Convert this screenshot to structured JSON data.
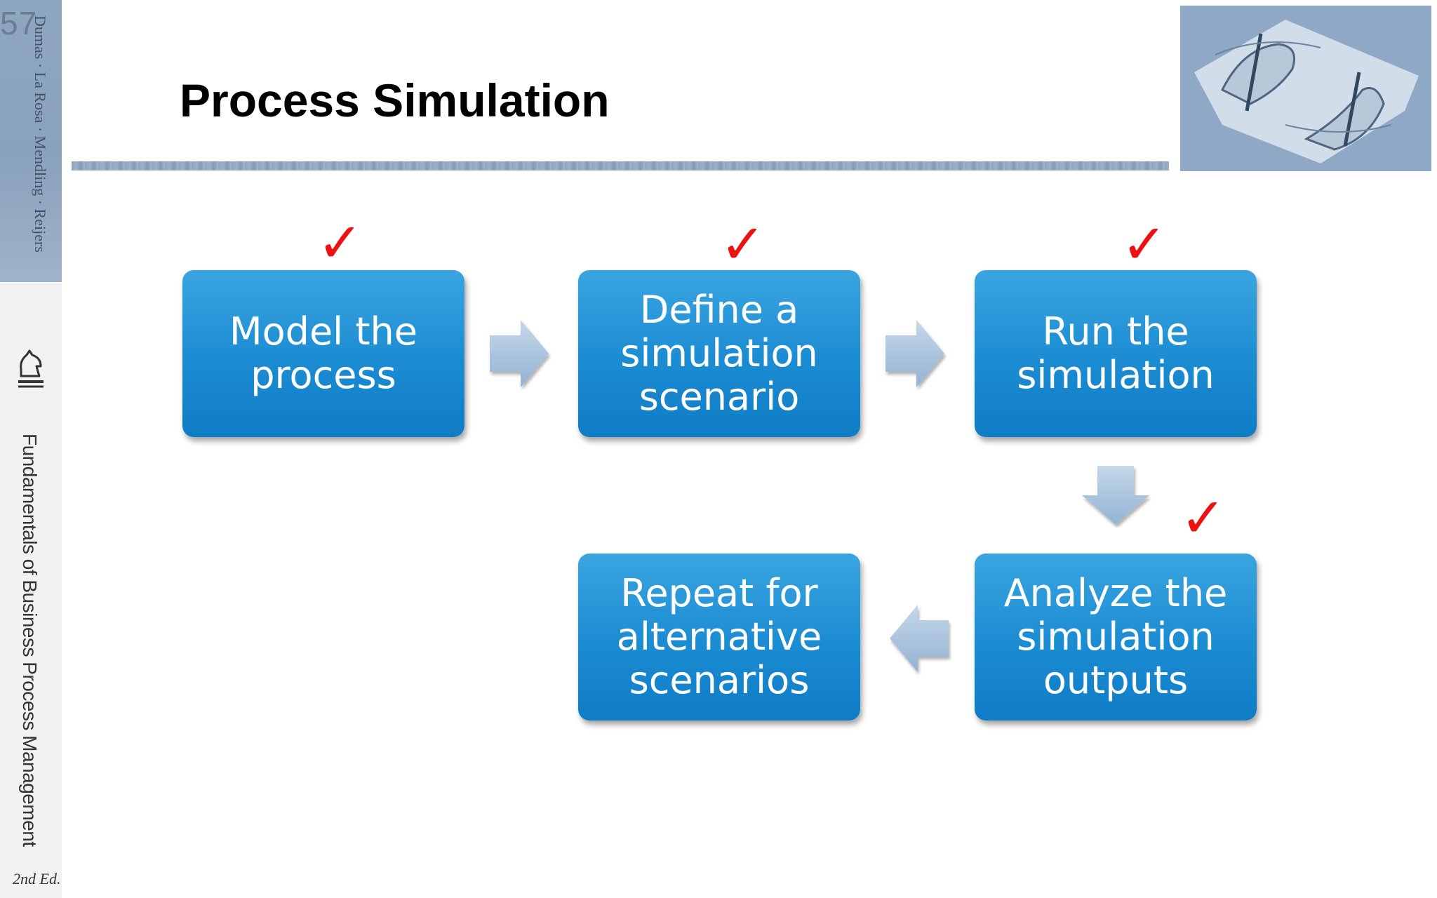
{
  "slide": {
    "number": "57",
    "title": "Process Simulation"
  },
  "sidebar": {
    "authors": "Dumas · La Rosa · Mendling · Reijers",
    "book_title": "Fundamentals of Business Process Management",
    "edition": "2nd Ed."
  },
  "steps": [
    {
      "label": "Model the process",
      "lines": [
        "Model the",
        "process"
      ],
      "check": "✓"
    },
    {
      "label": "Define a simulation scenario",
      "lines": [
        "Define a",
        "simulation",
        "scenario"
      ],
      "check": "✓"
    },
    {
      "label": "Run the simulation",
      "lines": [
        "Run the",
        "simulation"
      ],
      "check": "✓"
    },
    {
      "label": "Analyze the simulation outputs",
      "lines": [
        "Analyze the",
        "simulation",
        "outputs"
      ],
      "check": "✓"
    },
    {
      "label": "Repeat for alternative scenarios",
      "lines": [
        "Repeat for",
        "alternative",
        "scenarios"
      ]
    }
  ],
  "colors": {
    "box_top": "#3aa5e0",
    "box_bottom": "#0f7dc6",
    "arrow": "#a9c3dd",
    "check": "#ee1111",
    "sidebar_accent": "#8fa6c0"
  }
}
